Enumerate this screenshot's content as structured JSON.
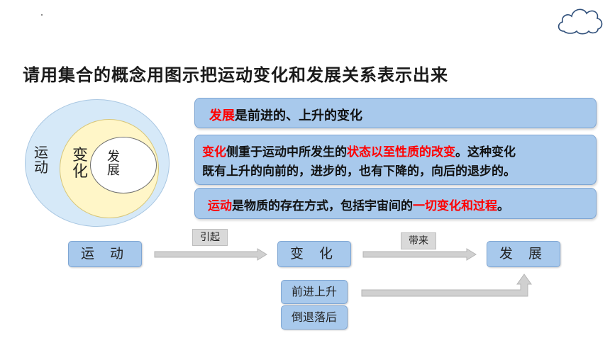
{
  "title": "请用集合的概念用图示把运动变化和发展关系表示出来",
  "venn": {
    "outer_label": "运动",
    "middle_label": "变化",
    "inner_label": "发展"
  },
  "boxes": {
    "b1": {
      "red": "发展",
      "text": "是前进的、上升的变化"
    },
    "b2": {
      "red1": "变化",
      "text1": "侧重于运动中所发生的",
      "red2": "状态以至性质的改变",
      "text2": "。这种变化",
      "line2": "既有上升的向前的，进步的，也有下降的，向后的退步的。"
    },
    "b3": {
      "red1": "运动",
      "text1": "是物质的存在方式，包括宇宙间的",
      "red2": "一切变化和过程",
      "text2": "。"
    }
  },
  "flow": {
    "node1": "运 动",
    "node2": "变 化",
    "node3": "发 展",
    "sub1": "前进上升",
    "sub2": "倒退落后",
    "tag1": "引起",
    "tag2": "带来"
  },
  "colors": {
    "box_fill": "#a8c9ec",
    "highlight": "#ff0000",
    "arrow": "#c8c8c8"
  },
  "icons": {
    "cloud": "cloud-icon"
  }
}
